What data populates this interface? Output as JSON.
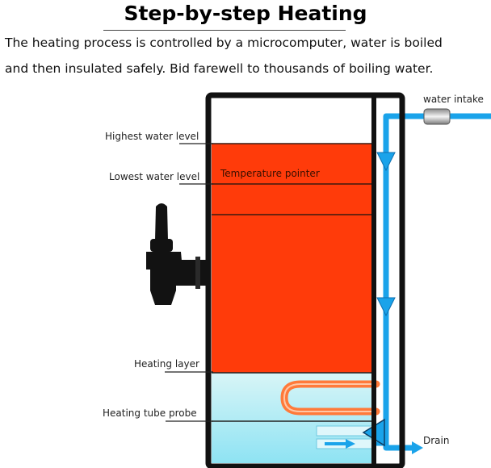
{
  "header": {
    "title": "Step-by-step Heating",
    "description_line1": "The heating process is controlled by a microcomputer, water is boiled",
    "description_line2": "and then insulated safely. Bid farewell to thousands of boiling water."
  },
  "diagram": {
    "labels": {
      "highest_water_level": "Highest water level",
      "lowest_water_level": "Lowest water level",
      "temperature_pointer": "Temperature pointer",
      "heating_layer": "Heating layer",
      "heating_tube_probe": "Heating tube probe",
      "water_intake": "water intake",
      "drain": "Drain"
    },
    "colors": {
      "hot_water": "#ff3b0a",
      "cool_water": "#a9ecf4",
      "pipe": "#1aa3ea",
      "tank_outline": "#111111",
      "heating_coil": "#ff7a3a"
    }
  }
}
